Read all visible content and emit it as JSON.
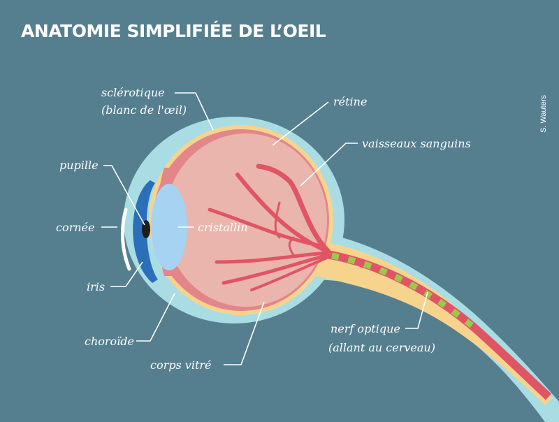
{
  "title": "ANATOMIE SIMPLIFIÉE DE L’OEIL",
  "credit": "S. Wauters",
  "labels": {
    "sclerotique_1": "sclérotique",
    "sclerotique_2": "(blanc de l'œil)",
    "retine": "rétine",
    "vaisseaux": "vaisseaux sanguins",
    "pupille": "pupille",
    "cornee": "cornée",
    "cristallin": "cristallin",
    "iris": "iris",
    "choroide": "choroïde",
    "corps_vitre": "corps vitré",
    "nerf_1": "nerf optique",
    "nerf_2": "(allant au cerveau)"
  },
  "colors": {
    "background": "#557f8f",
    "sclera": "#a9dde3",
    "retina": "#f7d48e",
    "choroid": "#e3868a",
    "vitreous": "#eab5ad",
    "vessels": "#e05565",
    "iris": "#2a6fb8",
    "lens": "#a6d3f2"
  }
}
